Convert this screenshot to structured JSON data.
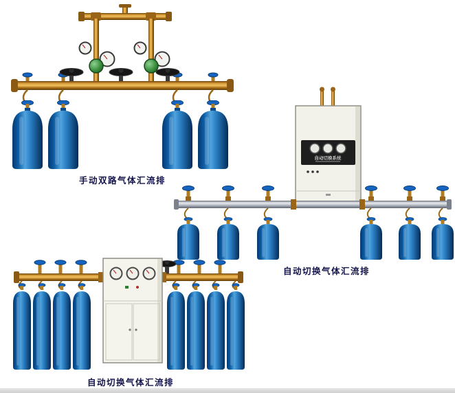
{
  "page": {
    "background_color": "#ffffff"
  },
  "products": {
    "manual_dual": {
      "caption": "手动双路气体汇流排"
    },
    "auto_switch_side": {
      "caption": "自动切换气体汇流排",
      "cabinet_label": "自动切换系统"
    },
    "auto_switch_cabinet": {
      "caption": "自动切换气体汇流排"
    }
  },
  "colors": {
    "cylinder_blue": "#0e5ea6",
    "cylinder_highlight": "#51a4dd",
    "brass_pipe": "#c8862a",
    "silver_pipe": "#c3c8cf",
    "cabinet_white": "#f2f1ea",
    "regulator_green": "#3a8f3e",
    "valve_wheel_blue": "#1565c0",
    "valve_wheel_black": "#161616",
    "caption_text": "#14144a"
  }
}
